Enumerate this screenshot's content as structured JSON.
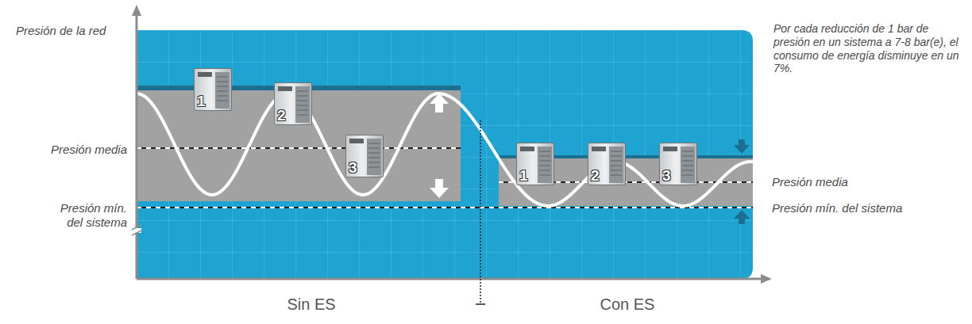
{
  "diagram": {
    "nodes": [
      {
        "text": [
          "1"
        ]
      },
      {
        "text": [
          "2"
        ]
      },
      {
        "text": [
          "3"
        ]
      },
      {
        "text": [
          "1"
        ]
      },
      {
        "text": [
          "2"
        ]
      },
      {
        "text": [
          "3"
        ]
      }
    ],
    "labels": [
      "Presión de la red",
      "Presión media",
      "Presión mín. del sistema",
      "Por cada reducción de 1 bar de presión en un sistema a 7-8 bar(e), el consumo de energía disminuye en un 7%.",
      "Presión media",
      "Presión mín. del sistema",
      "Sin ES",
      "Con ES"
    ]
  }
}
